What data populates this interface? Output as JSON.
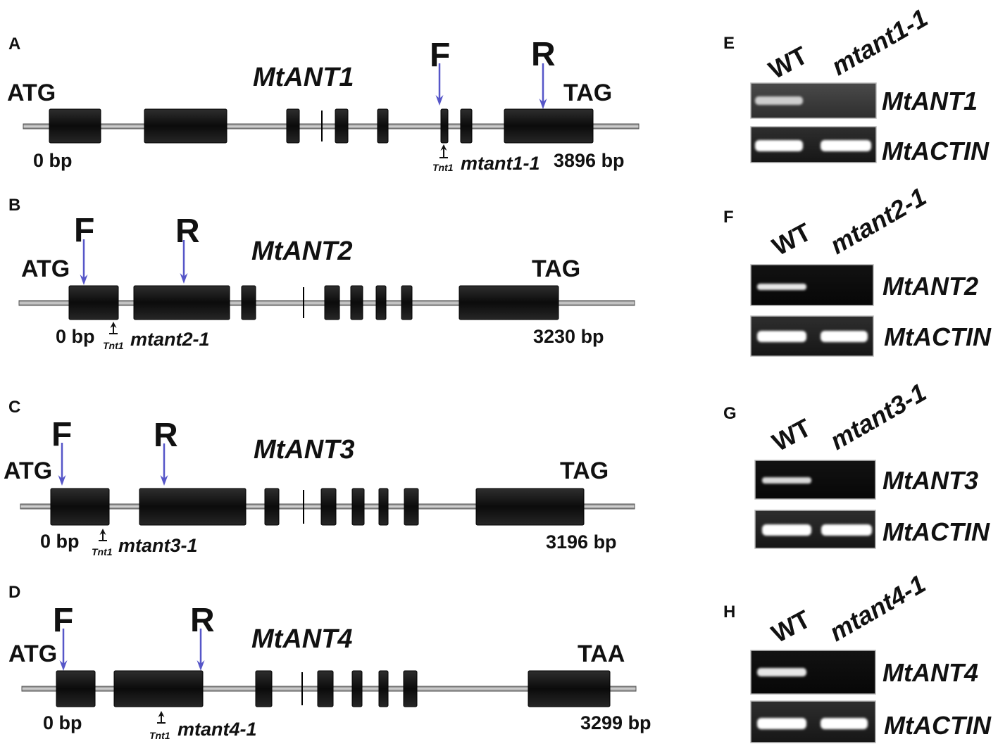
{
  "figure": {
    "gene_panels": [
      {
        "label": "A",
        "gene": "MtANT1",
        "start_codon": "ATG",
        "stop_codon": "TAG",
        "forward_primer": "F",
        "reverse_primer": "R",
        "start_position": "0 bp",
        "end_position": "3896 bp",
        "insertion": "Tnt1",
        "mutant_allele": "mtant1-1"
      },
      {
        "label": "B",
        "gene": "MtANT2",
        "start_codon": "ATG",
        "stop_codon": "TAG",
        "forward_primer": "F",
        "reverse_primer": "R",
        "start_position": "0 bp",
        "end_position": "3230 bp",
        "insertion": "Tnt1",
        "mutant_allele": "mtant2-1"
      },
      {
        "label": "C",
        "gene": "MtANT3",
        "start_codon": "ATG",
        "stop_codon": "TAG",
        "forward_primer": "F",
        "reverse_primer": "R",
        "start_position": "0 bp",
        "end_position": "3196 bp",
        "insertion": "Tnt1",
        "mutant_allele": "mtant3-1"
      },
      {
        "label": "D",
        "gene": "MtANT4",
        "start_codon": "ATG",
        "stop_codon": "TAA",
        "forward_primer": "F",
        "reverse_primer": "R",
        "start_position": "0 bp",
        "end_position": "3299 bp",
        "insertion": "Tnt1",
        "mutant_allele": "mtant4-1"
      }
    ],
    "gel_panels": [
      {
        "label": "E",
        "lanes": [
          "WT",
          "mtant1-1"
        ],
        "target_gene": "MtANT1",
        "control_gene": "MtACTIN",
        "target_band_intensity": [
          0.75,
          0
        ],
        "control_band_intensity": [
          1,
          1
        ]
      },
      {
        "label": "F",
        "lanes": [
          "WT",
          "mtant2-1"
        ],
        "target_gene": "MtANT2",
        "control_gene": "MtACTIN",
        "target_band_intensity": [
          0.9,
          0
        ],
        "control_band_intensity": [
          1,
          1
        ]
      },
      {
        "label": "G",
        "lanes": [
          "WT",
          "mtant3-1"
        ],
        "target_gene": "MtANT3",
        "control_gene": "MtACTIN",
        "target_band_intensity": [
          0.85,
          0
        ],
        "control_band_intensity": [
          1,
          1
        ]
      },
      {
        "label": "H",
        "lanes": [
          "WT",
          "mtant4-1"
        ],
        "target_gene": "MtANT4",
        "control_gene": "MtACTIN",
        "target_band_intensity": [
          0.9,
          0
        ],
        "control_band_intensity": [
          1,
          1
        ]
      }
    ]
  },
  "colors": {
    "primer_arrow": "#5656c8",
    "insertion_marker": "#111111"
  }
}
